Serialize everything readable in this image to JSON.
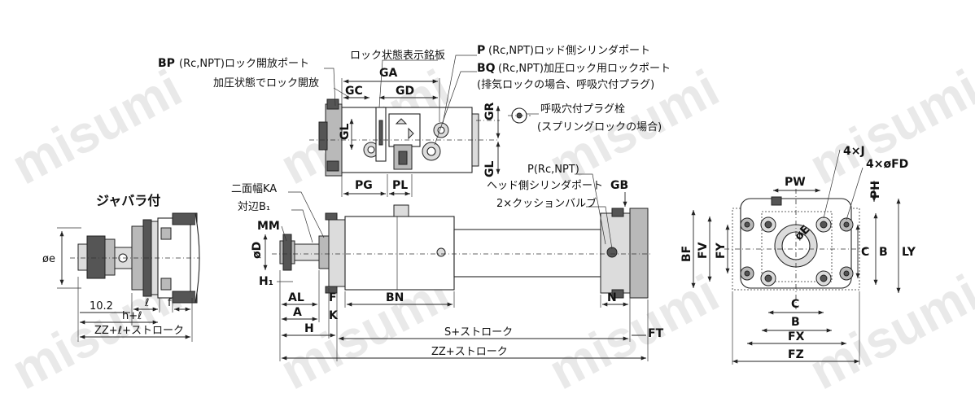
{
  "watermark": "misumi",
  "bellows": {
    "title": "ジャバラ付",
    "dim_e": "øe",
    "dim_102": "10.2",
    "dim_f": "f",
    "dim_l": "ℓ",
    "dim_hl": "h+ℓ",
    "dim_zzl": "ZZ+ℓ+ストローク"
  },
  "top_view": {
    "bp_label": "BP",
    "bp_text": "(Rc,NPT)ロック開放ポート",
    "lock_pressure": "加圧状態でロック開放",
    "nameplate": "ロック状態表示銘板",
    "p_label": "P",
    "p_text": "(Rc,NPT)ロッド側シリンダポート",
    "bq_label": "BQ",
    "bq_text": "(Rc,NPT)加圧ロック用ロックポート",
    "bq_note": "(排気ロックの場合、呼吸穴付プラグ)",
    "breather": "呼吸穴付プラグ栓",
    "breather_note": "(スプリングロックの場合)",
    "GA": "GA",
    "GC": "GC",
    "GD": "GD",
    "GL": "GL",
    "GL2": "GL",
    "GR": "GR",
    "PG": "PG",
    "PL": "PL"
  },
  "side_view": {
    "ka": "二面幅KA",
    "b1": "対辺B₁",
    "MM": "MM",
    "oD": "øD",
    "H1": "H₁",
    "AL": "AL",
    "A": "A",
    "F": "F",
    "K": "K",
    "H": "H",
    "BN": "BN",
    "N": "N",
    "GB": "GB",
    "FT": "FT",
    "p_head": "P(Rc,NPT)",
    "head_port": "ヘッド側シリンダポート",
    "cushion": "2×クッションバルブ",
    "S": "S+ストローク",
    "ZZ": "ZZ+ストローク"
  },
  "end_view": {
    "PW": "PW",
    "J": "4×J",
    "FD": "4×øFD",
    "PH": "PH",
    "BF": "BF",
    "FV": "FV",
    "FY": "FY",
    "oE": "øE",
    "C": "C",
    "B": "B",
    "LY": "LY",
    "Cb": "C",
    "Bb": "B",
    "FX": "FX",
    "FZ": "FZ"
  }
}
